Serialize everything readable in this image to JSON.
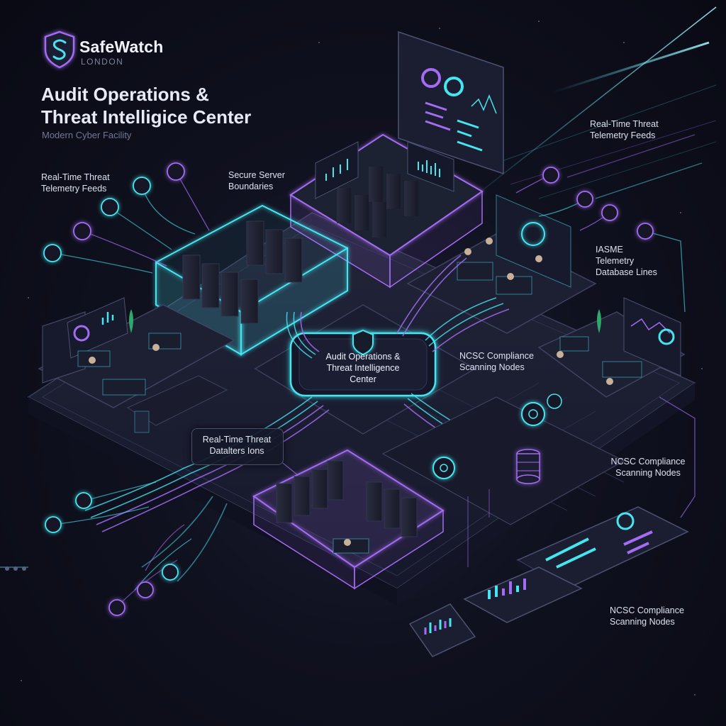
{
  "brand": {
    "name": "SafeWatch",
    "location": "LONDON",
    "logo_icon": "shield-s-icon"
  },
  "header": {
    "title_line1": "Audit Operations &",
    "title_line2": "Threat Intelligice Center",
    "subtitle": "Modern Cyber Facility"
  },
  "labels": {
    "feeds_left_1": "Real-Time Threat",
    "feeds_left_2": "Telemetry Feeds",
    "server_boundaries_1": "Secure Server",
    "server_boundaries_2": "Boundaries",
    "feeds_right_1": "Real-Time Threat",
    "feeds_right_2": "Telemetry Feeds",
    "iasme_1": "IASME",
    "iasme_2": "Telemetry",
    "iasme_3": "Database Lines",
    "center_1": "Audit Operations &",
    "center_2": "Threat Intelligence",
    "center_3": "Center",
    "ncsc_a_1": "NCSC Compliance",
    "ncsc_a_2": "Scanning Nodes",
    "pill_1": "Real-Time Threat",
    "pill_2": "Datalters Ions",
    "ncsc_b_1": "NCSC Compliance",
    "ncsc_b_2": "Scanning Nodes",
    "ncsc_c_1": "NCSC Compliance",
    "ncsc_c_2": "Scanning Nodes"
  },
  "colors": {
    "background": "#0b0c18",
    "cyan": "#45e6f0",
    "purple": "#a36cf2",
    "platform": "#1b1d2e",
    "platform_edge": "#3a3f5a",
    "text": "#dfe3f2",
    "muted": "#747a94"
  },
  "icons": {
    "left_feed_nodes": [
      "globe-icon",
      "shield-icon",
      "lock-icon",
      "dollar-icon",
      "monitor-icon"
    ],
    "right_feed_nodes": [
      "eye-icon",
      "database-icon",
      "lock-icon",
      "wifi-icon"
    ],
    "bottom_feed_nodes": [
      "mail-icon",
      "key-icon",
      "mail-icon",
      "chat-icon",
      "mail-icon"
    ],
    "center_hub": "shield-icon",
    "scan_nodes": [
      "radar-icon",
      "radar-icon",
      "key-icon"
    ],
    "database_stack": "database-icon"
  }
}
